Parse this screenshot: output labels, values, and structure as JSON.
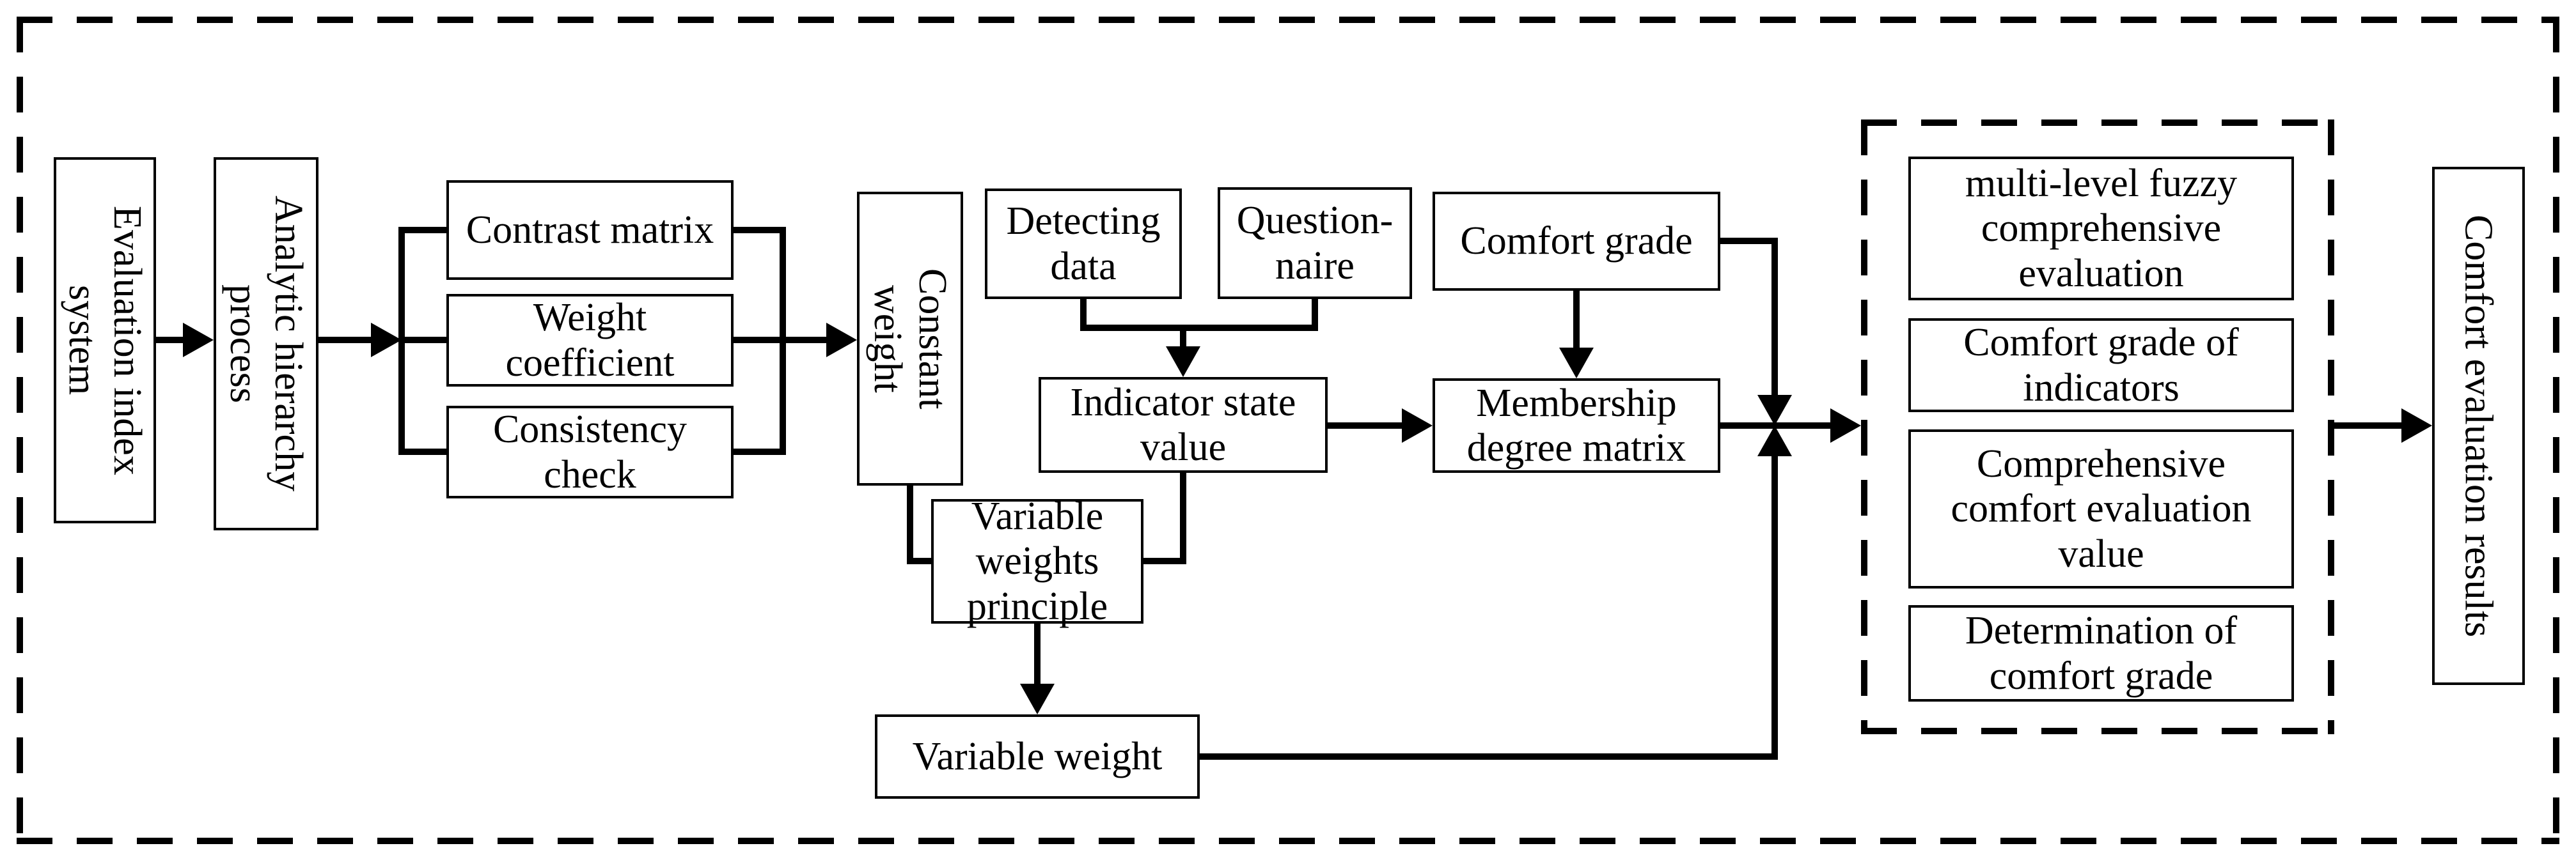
{
  "colors": {
    "line": "#000000",
    "background": "#ffffff",
    "text": "#000000"
  },
  "nodes": {
    "eval_index": "Evaluation index\nsystem",
    "ahp": "Analytic hierarchy\nprocess",
    "contrast": "Contrast matrix",
    "weight_coef": "Weight\ncoefficient",
    "consistency": "Consistency\ncheck",
    "constant_weight": "Constant\nweight",
    "detecting": "Detecting\ndata",
    "questionnaire": "Question-\nnaire",
    "comfort_grade": "Comfort grade",
    "indicator_state": "Indicator state\nvalue",
    "membership": "Membership\ndegree matrix",
    "var_weights_principle": "Variable\nweights\nprinciple",
    "variable_weight": "Variable weight",
    "multi_level": "multi-level fuzzy\ncomprehensive\nevaluation",
    "comfort_grade_indicators": "Comfort grade of\nindicators",
    "comprehensive_value": "Comprehensive\ncomfort evaluation\nvalue",
    "determination": "Determination of\ncomfort grade",
    "results": "Comfort evaluation results"
  }
}
